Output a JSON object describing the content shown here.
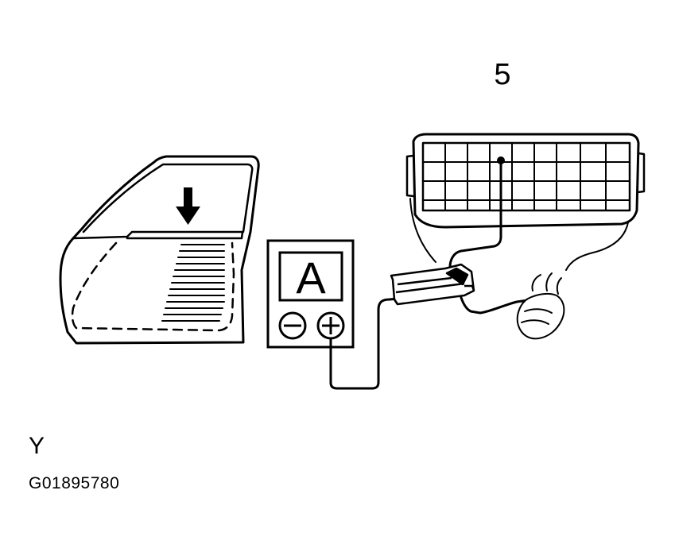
{
  "callout": {
    "number": "5"
  },
  "meter": {
    "display_letter": "A"
  },
  "view_letter": "Y",
  "figure_code": "G01895780"
}
